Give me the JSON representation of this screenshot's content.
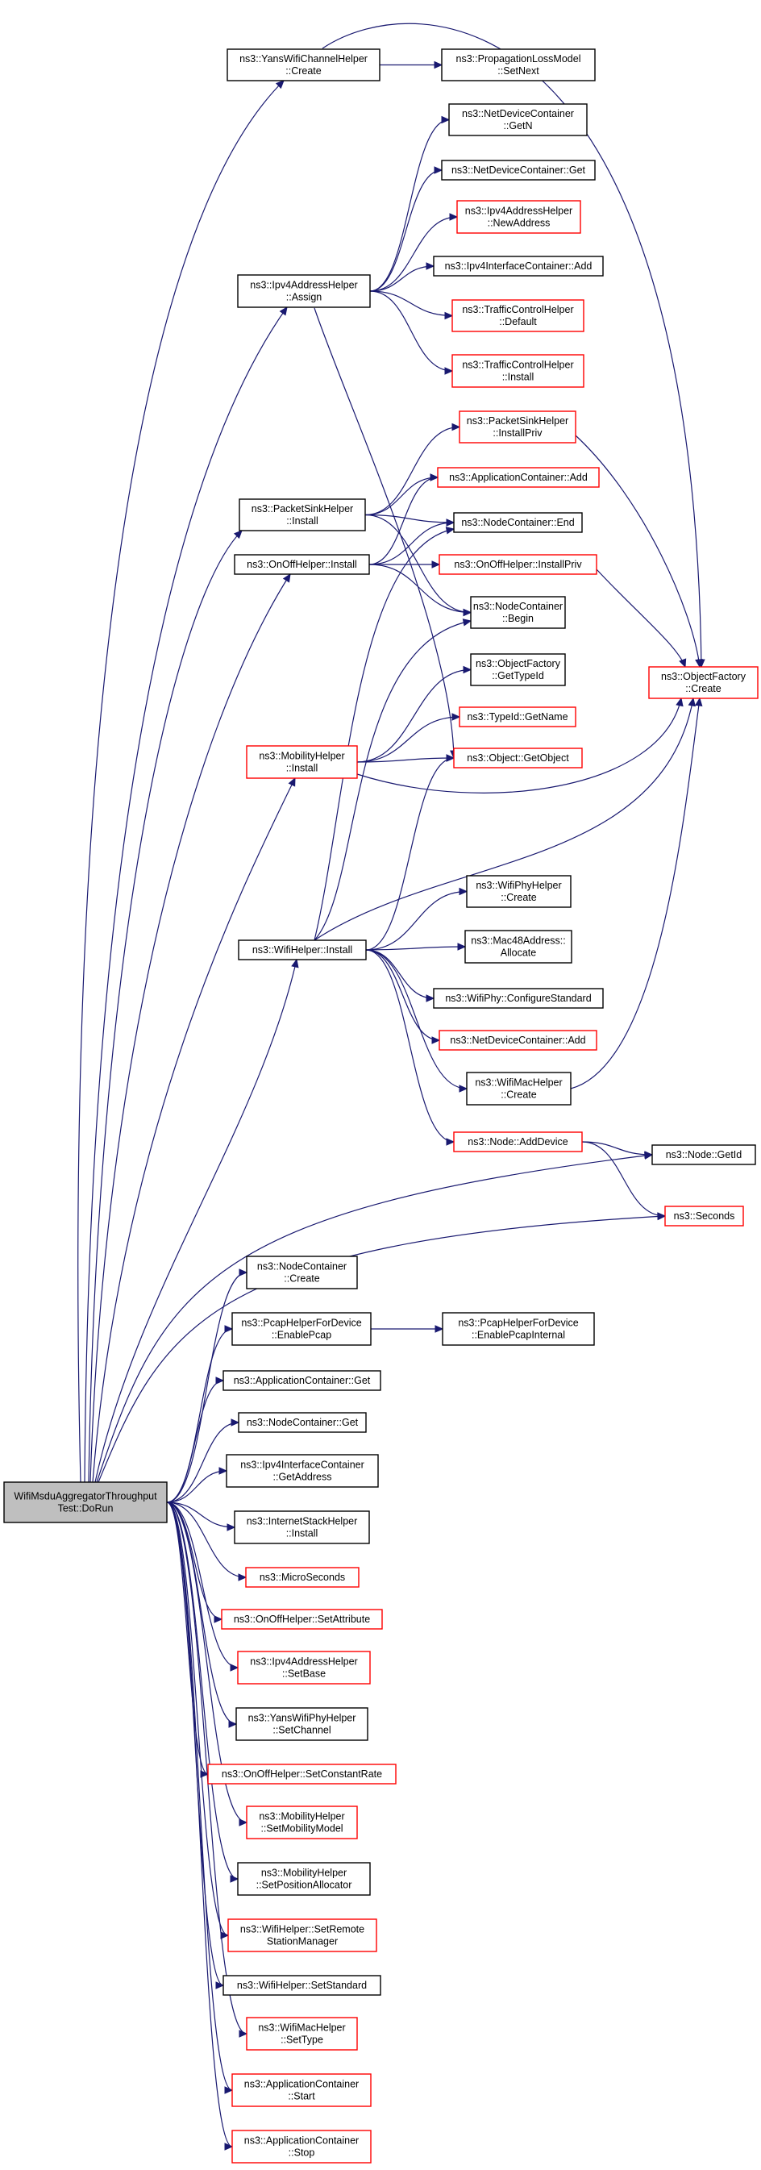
{
  "colors": {
    "edge": "#191970",
    "black_border": "#000000",
    "red_border": "#ff0000",
    "root_fill": "#bfbfbf",
    "node_fill": "#ffffff"
  },
  "nodes": [
    {
      "id": "root",
      "lines": [
        "WifiMsduAggregatorThroughput",
        "Test::DoRun"
      ],
      "style": "root"
    },
    {
      "id": "yans_create",
      "lines": [
        "ns3::YansWifiChannelHelper",
        "::Create"
      ],
      "style": "black"
    },
    {
      "id": "prop_setnext",
      "lines": [
        "ns3::PropagationLossModel",
        "::SetNext"
      ],
      "style": "black"
    },
    {
      "id": "ndc_getn",
      "lines": [
        "ns3::NetDeviceContainer",
        "::GetN"
      ],
      "style": "black"
    },
    {
      "id": "ndc_get",
      "lines": [
        "ns3::NetDeviceContainer::Get"
      ],
      "style": "black"
    },
    {
      "id": "ipv4_newaddr",
      "lines": [
        "ns3::Ipv4AddressHelper",
        "::NewAddress"
      ],
      "style": "red"
    },
    {
      "id": "ipv4_assign",
      "lines": [
        "ns3::Ipv4AddressHelper",
        "::Assign"
      ],
      "style": "black"
    },
    {
      "id": "ipv4ic_add",
      "lines": [
        "ns3::Ipv4InterfaceContainer::Add"
      ],
      "style": "black"
    },
    {
      "id": "tch_default",
      "lines": [
        "ns3::TrafficControlHelper",
        "::Default"
      ],
      "style": "red"
    },
    {
      "id": "tch_install",
      "lines": [
        "ns3::TrafficControlHelper",
        "::Install"
      ],
      "style": "red"
    },
    {
      "id": "psh_installpriv",
      "lines": [
        "ns3::PacketSinkHelper",
        "::InstallPriv"
      ],
      "style": "red"
    },
    {
      "id": "psh_install",
      "lines": [
        "ns3::PacketSinkHelper",
        "::Install"
      ],
      "style": "black"
    },
    {
      "id": "ac_add",
      "lines": [
        "ns3::ApplicationContainer::Add"
      ],
      "style": "red"
    },
    {
      "id": "nc_end",
      "lines": [
        "ns3::NodeContainer::End"
      ],
      "style": "black"
    },
    {
      "id": "ooh_install",
      "lines": [
        "ns3::OnOffHelper::Install"
      ],
      "style": "black"
    },
    {
      "id": "ooh_installpriv",
      "lines": [
        "ns3::OnOffHelper::InstallPriv"
      ],
      "style": "red"
    },
    {
      "id": "nc_begin",
      "lines": [
        "ns3::NodeContainer",
        "::Begin"
      ],
      "style": "black"
    },
    {
      "id": "of_create",
      "lines": [
        "ns3::ObjectFactory",
        "::Create"
      ],
      "style": "red"
    },
    {
      "id": "of_gettypeid",
      "lines": [
        "ns3::ObjectFactory",
        "::GetTypeId"
      ],
      "style": "black"
    },
    {
      "id": "typeid_getname",
      "lines": [
        "ns3::TypeId::GetName"
      ],
      "style": "red"
    },
    {
      "id": "mh_install",
      "lines": [
        "ns3::MobilityHelper",
        "::Install"
      ],
      "style": "red"
    },
    {
      "id": "obj_getobject",
      "lines": [
        "ns3::Object::GetObject"
      ],
      "style": "red"
    },
    {
      "id": "wph_create",
      "lines": [
        "ns3::WifiPhyHelper",
        "::Create"
      ],
      "style": "black"
    },
    {
      "id": "wh_install",
      "lines": [
        "ns3::WifiHelper::Install"
      ],
      "style": "black"
    },
    {
      "id": "mac48_allocate",
      "lines": [
        "ns3::Mac48Address::",
        "Allocate"
      ],
      "style": "black"
    },
    {
      "id": "wp_configstd",
      "lines": [
        "ns3::WifiPhy::ConfigureStandard"
      ],
      "style": "black"
    },
    {
      "id": "ndc_add",
      "lines": [
        "ns3::NetDeviceContainer::Add"
      ],
      "style": "red"
    },
    {
      "id": "wmh_create",
      "lines": [
        "ns3::WifiMacHelper",
        "::Create"
      ],
      "style": "black"
    },
    {
      "id": "node_adddevice",
      "lines": [
        "ns3::Node::AddDevice"
      ],
      "style": "red"
    },
    {
      "id": "node_getid",
      "lines": [
        "ns3::Node::GetId"
      ],
      "style": "black"
    },
    {
      "id": "seconds",
      "lines": [
        "ns3::Seconds"
      ],
      "style": "red"
    },
    {
      "id": "nc_create",
      "lines": [
        "ns3::NodeContainer",
        "::Create"
      ],
      "style": "black"
    },
    {
      "id": "phfd_enablepcap",
      "lines": [
        "ns3::PcapHelperForDevice",
        "::EnablePcap"
      ],
      "style": "black"
    },
    {
      "id": "phfd_enablepcapint",
      "lines": [
        "ns3::PcapHelperForDevice",
        "::EnablePcapInternal"
      ],
      "style": "black"
    },
    {
      "id": "ac_get",
      "lines": [
        "ns3::ApplicationContainer::Get"
      ],
      "style": "black"
    },
    {
      "id": "nc_get",
      "lines": [
        "ns3::NodeContainer::Get"
      ],
      "style": "black"
    },
    {
      "id": "ipv4ic_getaddr",
      "lines": [
        "ns3::Ipv4InterfaceContainer",
        "::GetAddress"
      ],
      "style": "black"
    },
    {
      "id": "ish_install",
      "lines": [
        "ns3::InternetStackHelper",
        "::Install"
      ],
      "style": "black"
    },
    {
      "id": "microseconds",
      "lines": [
        "ns3::MicroSeconds"
      ],
      "style": "red"
    },
    {
      "id": "ooh_setattr",
      "lines": [
        "ns3::OnOffHelper::SetAttribute"
      ],
      "style": "red"
    },
    {
      "id": "ipv4_setbase",
      "lines": [
        "ns3::Ipv4AddressHelper",
        "::SetBase"
      ],
      "style": "red"
    },
    {
      "id": "ywph_setchannel",
      "lines": [
        "ns3::YansWifiPhyHelper",
        "::SetChannel"
      ],
      "style": "black"
    },
    {
      "id": "ooh_setconstrate",
      "lines": [
        "ns3::OnOffHelper::SetConstantRate"
      ],
      "style": "red"
    },
    {
      "id": "mh_setmobmodel",
      "lines": [
        "ns3::MobilityHelper",
        "::SetMobilityModel"
      ],
      "style": "red"
    },
    {
      "id": "mh_setposalloc",
      "lines": [
        "ns3::MobilityHelper",
        "::SetPositionAllocator"
      ],
      "style": "black"
    },
    {
      "id": "wh_setremote",
      "lines": [
        "ns3::WifiHelper::SetRemote",
        "StationManager"
      ],
      "style": "red"
    },
    {
      "id": "wh_setstandard",
      "lines": [
        "ns3::WifiHelper::SetStandard"
      ],
      "style": "black"
    },
    {
      "id": "wmh_settype",
      "lines": [
        "ns3::WifiMacHelper",
        "::SetType"
      ],
      "style": "red"
    },
    {
      "id": "ac_start",
      "lines": [
        "ns3::ApplicationContainer",
        "::Start"
      ],
      "style": "red"
    },
    {
      "id": "ac_stop",
      "lines": [
        "ns3::ApplicationContainer",
        "::Stop"
      ],
      "style": "red"
    }
  ],
  "edges": [
    [
      "root",
      "yans_create"
    ],
    [
      "root",
      "ipv4_assign"
    ],
    [
      "root",
      "psh_install"
    ],
    [
      "root",
      "ooh_install"
    ],
    [
      "root",
      "mh_install"
    ],
    [
      "root",
      "wh_install"
    ],
    [
      "root",
      "node_getid"
    ],
    [
      "root",
      "seconds"
    ],
    [
      "root",
      "nc_create"
    ],
    [
      "root",
      "phfd_enablepcap"
    ],
    [
      "root",
      "ac_get"
    ],
    [
      "root",
      "nc_get"
    ],
    [
      "root",
      "ipv4ic_getaddr"
    ],
    [
      "root",
      "ish_install"
    ],
    [
      "root",
      "microseconds"
    ],
    [
      "root",
      "ooh_setattr"
    ],
    [
      "root",
      "ipv4_setbase"
    ],
    [
      "root",
      "ywph_setchannel"
    ],
    [
      "root",
      "ooh_setconstrate"
    ],
    [
      "root",
      "mh_setmobmodel"
    ],
    [
      "root",
      "mh_setposalloc"
    ],
    [
      "root",
      "wh_setremote"
    ],
    [
      "root",
      "wh_setstandard"
    ],
    [
      "root",
      "wmh_settype"
    ],
    [
      "root",
      "ac_start"
    ],
    [
      "root",
      "ac_stop"
    ],
    [
      "yans_create",
      "prop_setnext"
    ],
    [
      "yans_create",
      "of_create"
    ],
    [
      "ipv4_assign",
      "ndc_getn"
    ],
    [
      "ipv4_assign",
      "ndc_get"
    ],
    [
      "ipv4_assign",
      "ipv4_newaddr"
    ],
    [
      "ipv4_assign",
      "ipv4ic_add"
    ],
    [
      "ipv4_assign",
      "tch_default"
    ],
    [
      "ipv4_assign",
      "tch_install"
    ],
    [
      "ipv4_assign",
      "obj_getobject"
    ],
    [
      "psh_install",
      "psh_installpriv"
    ],
    [
      "psh_install",
      "ac_add"
    ],
    [
      "psh_install",
      "nc_end"
    ],
    [
      "psh_install",
      "nc_begin"
    ],
    [
      "psh_installpriv",
      "of_create"
    ],
    [
      "ooh_install",
      "ac_add"
    ],
    [
      "ooh_install",
      "nc_end"
    ],
    [
      "ooh_install",
      "ooh_installpriv"
    ],
    [
      "ooh_install",
      "nc_begin"
    ],
    [
      "ooh_installpriv",
      "of_create"
    ],
    [
      "mh_install",
      "of_gettypeid"
    ],
    [
      "mh_install",
      "typeid_getname"
    ],
    [
      "mh_install",
      "obj_getobject"
    ],
    [
      "mh_install",
      "of_create"
    ],
    [
      "wh_install",
      "nc_begin"
    ],
    [
      "wh_install",
      "nc_end"
    ],
    [
      "wh_install",
      "obj_getobject"
    ],
    [
      "wh_install",
      "of_create"
    ],
    [
      "wh_install",
      "wph_create"
    ],
    [
      "wh_install",
      "mac48_allocate"
    ],
    [
      "wh_install",
      "wp_configstd"
    ],
    [
      "wh_install",
      "ndc_add"
    ],
    [
      "wh_install",
      "wmh_create"
    ],
    [
      "wh_install",
      "node_adddevice"
    ],
    [
      "wmh_create",
      "of_create"
    ],
    [
      "node_adddevice",
      "node_getid"
    ],
    [
      "node_adddevice",
      "seconds"
    ],
    [
      "phfd_enablepcap",
      "phfd_enablepcapint"
    ]
  ]
}
